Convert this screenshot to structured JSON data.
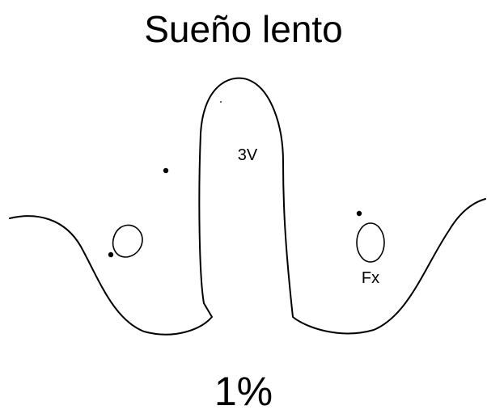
{
  "title": "Sueño lento",
  "labels": {
    "third_ventricle": "3V",
    "fornix": "Fx"
  },
  "value_text": "1%",
  "colors": {
    "outline": "#000000",
    "background": "#ffffff"
  }
}
